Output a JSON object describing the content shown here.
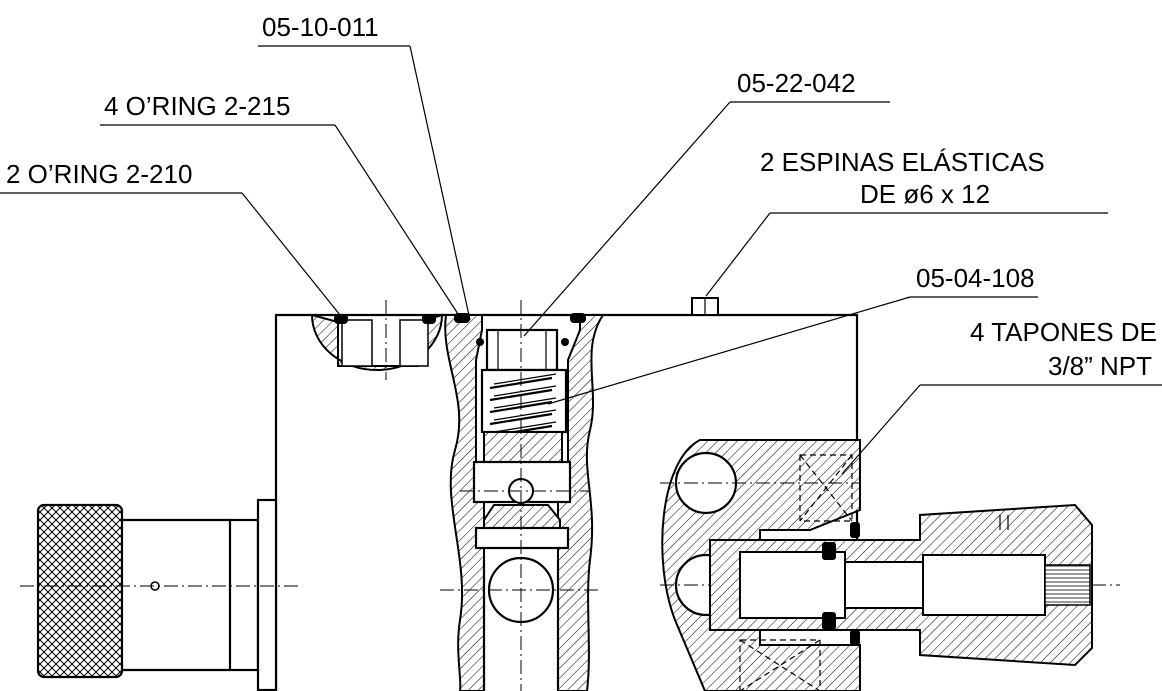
{
  "callouts": {
    "part_05_10_011": "05-10-011",
    "oring_2_215": "4 O’RING 2-215",
    "oring_2_210": "2 O’RING 2-210",
    "part_05_22_042": "05-22-042",
    "espinas_line1": "2 ESPINAS ELÁSTICAS",
    "espinas_line2": "DE ø6 x 12",
    "part_05_04_108": "05-04-108",
    "tapones_line1": "4 TAPONES DE",
    "tapones_line2": "3/8” NPT"
  },
  "colors": {
    "ink": "#000000",
    "background": "#ffffff"
  }
}
